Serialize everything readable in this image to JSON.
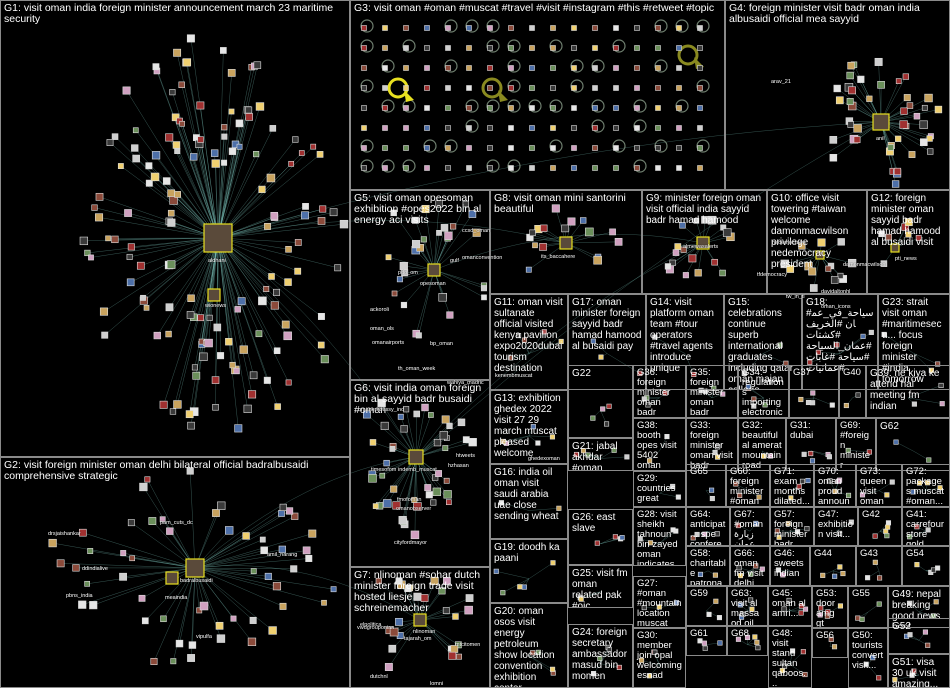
{
  "groups": [
    {
      "id": "g1",
      "label": "G1: visit oman india foreign minister announcement march 23 maritime security"
    },
    {
      "id": "g3",
      "label": "G3: visit oman #oman #muscat #travel #visit #instagram #this #retweet #topic"
    },
    {
      "id": "g4",
      "label": "G4: foreign minister visit badr oman india albusaidi official mea sayyid"
    },
    {
      "id": "g5",
      "label": "G5: visit oman opesoman exhibition #opes2022 bin al energy aci visits"
    },
    {
      "id": "g8",
      "label": "G8: visit oman mini santorini beautiful"
    },
    {
      "id": "g9",
      "label": "G9: minister foreign oman visit official india sayyid badr hamad hamood"
    },
    {
      "id": "g10",
      "label": "G10: office visit towering #taiwan welcome damonmacwilson privilege nedemocracy president"
    },
    {
      "id": "g12",
      "label": "G12: foreign minister oman sayyid badr hamad hamood al busaidi visit"
    },
    {
      "id": "g11",
      "label": "G11: oman visit sultanate official visited kenya pavilion expo2020dubai tourism destination"
    },
    {
      "id": "g17",
      "label": "G17: oman minister foreign sayyid badr hamad hamood al busaidi pay"
    },
    {
      "id": "g14",
      "label": "G14: visit platform oman team #tour operators #travel agents introduce unique"
    },
    {
      "id": "g15",
      "label": "G15: celebrations continue superb international graduates including qatar oman majan college"
    },
    {
      "id": "g18",
      "label": "G18: #سياحة_في_عمان #الخريف #كشتات #عمان_السياحة #سياحة #غابات #عمانيات"
    },
    {
      "id": "g23",
      "label": "G23: strait visit oman #maritimesecu... focus foreign minister #india tomorrow"
    },
    {
      "id": "g6",
      "label": "G6: visit india oman foreign bin al sayyid badr busaidi #oman"
    },
    {
      "id": "g22",
      "label": "G22"
    },
    {
      "id": "g36",
      "label": "G36: foreign minister oman badr albusaidi arrives..."
    },
    {
      "id": "g35",
      "label": "G35: foreign minister oman badr albusaidi arrives..."
    },
    {
      "id": "g34",
      "label": "G34: regulations importing electronics personal..."
    },
    {
      "id": "g37",
      "label": "G37"
    },
    {
      "id": "g40",
      "label": "G40"
    },
    {
      "id": "g39",
      "label": "G39: ne kiya ke attend hai meeting fm indian"
    },
    {
      "id": "g13",
      "label": "G13: exhibition ghedex 2022 visit 27 29 march muscat pleased welcome"
    },
    {
      "id": "g21",
      "label": "G21: jabal akhdar #oman #experienceo..."
    },
    {
      "id": "g38",
      "label": "G38: booth opes visit 5402 oman petroleum energy..."
    },
    {
      "id": "g33",
      "label": "G33: foreign minister oman visit badr albusaidi..."
    },
    {
      "id": "g32",
      "label": "G32: beautiful al amerat mountain road oman visit..."
    },
    {
      "id": "g31",
      "label": "G31: dubai"
    },
    {
      "id": "g69",
      "label": "G69: #foreign minister #oman visits..."
    },
    {
      "id": "g62",
      "label": "G62"
    },
    {
      "id": "g2",
      "label": "G2: visit foreign minister oman delhi bilateral official badralbusaidi comprehensive strategic"
    },
    {
      "id": "g16",
      "label": "G16: india oil oman visit saudi arabia uae close sending wheat"
    },
    {
      "id": "g29",
      "label": "G29: countries great news lonelyplanet unveiled 10..."
    },
    {
      "id": "g65",
      "label": "G65"
    },
    {
      "id": "g60",
      "label": "G60: foreign minister #oman visit..."
    },
    {
      "id": "g71",
      "label": "G71: exam months dilated..."
    },
    {
      "id": "g70",
      "label": "G70: oman proud announc..."
    },
    {
      "id": "g73",
      "label": "G73: queen visit oman 2010..."
    },
    {
      "id": "g72",
      "label": "G72: packages muscat #oman..."
    },
    {
      "id": "g26",
      "label": "G26: east slave"
    },
    {
      "id": "g28",
      "label": "G28: visit sheikh tahnoun bin zayed oman indicates..."
    },
    {
      "id": "g64",
      "label": "G64: anticipat... spe conferen..."
    },
    {
      "id": "g67",
      "label": "G67: #oman زيارة عمان lady..."
    },
    {
      "id": "g57",
      "label": "G57: foreign minister badr visit..."
    },
    {
      "id": "g47",
      "label": "G47: exhibition visit..."
    },
    {
      "id": "g42",
      "label": "G42"
    },
    {
      "id": "g41",
      "label": "G41: carrefour store gold..."
    },
    {
      "id": "g7",
      "label": "G7: nlinoman #sohar dutch minister foreign trade visit hosted liesje schreinemacher"
    },
    {
      "id": "g19",
      "label": "G19: doodh ka paani"
    },
    {
      "id": "g25",
      "label": "G25: visit fm oman related pak #oic conference set india..."
    },
    {
      "id": "g58",
      "label": "G58: charitable patronage highness..."
    },
    {
      "id": "g66",
      "label": "G66: oman fm visit delhi muscat..."
    },
    {
      "id": "g46",
      "label": "G46: sweets indian"
    },
    {
      "id": "g44",
      "label": "G44"
    },
    {
      "id": "g43",
      "label": "G43"
    },
    {
      "id": "g54",
      "label": "G54"
    },
    {
      "id": "g27",
      "label": "G27: #oman #mountain location muscat instagram..."
    },
    {
      "id": "g59",
      "label": "G59"
    },
    {
      "id": "g63",
      "label": "G63: visit al massaod oil gas..."
    },
    {
      "id": "g45",
      "label": "G45: oman al amri..."
    },
    {
      "id": "g53",
      "label": "G53: door amg gt model..."
    },
    {
      "id": "g55",
      "label": "G55"
    },
    {
      "id": "g49",
      "label": "G49: nepal breaking good news host..."
    },
    {
      "id": "g52",
      "label": "G52"
    },
    {
      "id": "g20",
      "label": "G20: oman osos visit energy petroleum show location convention exhibition center"
    },
    {
      "id": "g24",
      "label": "G24: foreign secretary ambassador masud bin momen"
    },
    {
      "id": "g30",
      "label": "G30: member join opal welcoming esnad"
    },
    {
      "id": "g61",
      "label": "G61"
    },
    {
      "id": "g68",
      "label": "G68"
    },
    {
      "id": "g48",
      "label": "G48: visit stand sultan qaboos..."
    },
    {
      "id": "g56",
      "label": "G56"
    },
    {
      "id": "g50",
      "label": "G50: tourists convert visit..."
    },
    {
      "id": "g51",
      "label": "G51: visa 30 uk visit amazing..."
    }
  ],
  "node_labels": {
    "g1": [
      "aldhani",
      "wionews"
    ],
    "g4": [
      "arav_21",
      "anil"
    ],
    "g5": [
      "ccsd_oman",
      "gulf",
      "pdo_om",
      "omanconvention",
      "opesoman",
      "ackoroli",
      "oman_ols",
      "omanairports",
      "bp_oman",
      "th_oman_week"
    ],
    "g8": [
      "its_baccahere"
    ],
    "g9": [
      "almewasalerts"
    ],
    "g10": [
      "nedemocracy",
      "tfdemocracy",
      "damonmacwilson",
      "davidaltonhl",
      "oman_icons",
      "tw_in_tl"
    ],
    "g12": [
      "pti_news"
    ],
    "g6": [
      "omanembassy_ind",
      "timesofom",
      "htweets",
      "hzhasan",
      "indemb_muscat",
      "fmofoman",
      "omanobserver",
      "cityfordmayor",
      "wahiya_madric"
    ],
    "g2": [
      "drsjaishankar",
      "pam_cuts_dc",
      "ddindialive",
      "pbns_india",
      "meaindia",
      "badralbusaidi",
      "amil_narang",
      "vipulfa"
    ],
    "g7": [
      "elpolitica",
      "nlinoman",
      "tajarah_om",
      "vwdgrouponian",
      "dutchnl",
      "mtcitomen",
      "lomni"
    ],
    "g13": [
      "ghedexoman"
    ],
    "g11": [
      "kenembmuscat"
    ]
  },
  "colors": {
    "background": "#000000",
    "edge": "#8fe3d9",
    "box_border": "#8a8a8a",
    "node_highlight": "#e8e020"
  }
}
